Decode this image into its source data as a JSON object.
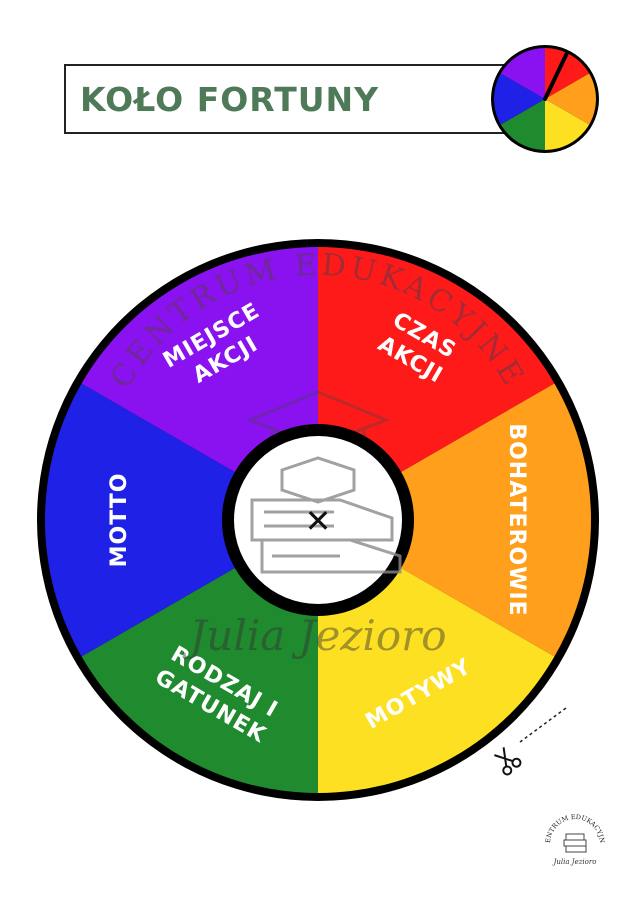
{
  "title": "KOŁO FORTUNY",
  "colors": {
    "title_text": "#4f7a58",
    "segments": [
      "#ff1a1a",
      "#ff9f1c",
      "#fde021",
      "#1f8a2e",
      "#1f22e6",
      "#8a12f0"
    ]
  },
  "wheel": {
    "segments": [
      {
        "lines": [
          "CZAS",
          "AKCJI"
        ],
        "color": "#ff1a1a"
      },
      {
        "lines": [
          "BOHATEROWIE"
        ],
        "color": "#ff9f1c"
      },
      {
        "lines": [
          "MOTYWY"
        ],
        "color": "#fde021"
      },
      {
        "lines": [
          "RODZAJ I",
          "GATUNEK"
        ],
        "color": "#1f8a2e"
      },
      {
        "lines": [
          "MOTTO"
        ],
        "color": "#1f22e6"
      },
      {
        "lines": [
          "MIEJSCE",
          "AKCJI"
        ],
        "color": "#8a12f0"
      }
    ],
    "center_mark": "✕"
  },
  "watermark": {
    "arc_text": "CENTRUM EDUKACYJNE",
    "signature": "Julia Jezioro"
  },
  "cut_icon": "scissors-icon",
  "logo": {
    "text": "CENTRUM EDUKACYJNE",
    "signature": "Julia Jezioro"
  }
}
